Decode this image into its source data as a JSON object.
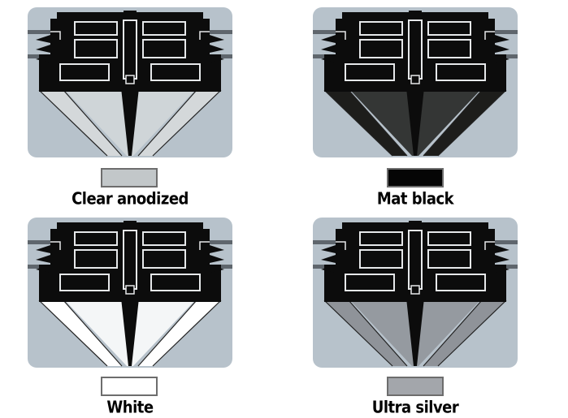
{
  "finishes": [
    {
      "label": "Clear anodized",
      "swatch_color": "#c2c7c9",
      "face_color": "#d4d8da"
    },
    {
      "label": "Mat black",
      "swatch_color": "#050505",
      "face_color": "#1d1d1b"
    },
    {
      "label": "White",
      "swatch_color": "#ffffff",
      "face_color": "#ffffff"
    },
    {
      "label": "Ultra silver",
      "swatch_color": "#a3a6ab",
      "face_color": "#8f9399"
    }
  ],
  "colors": {
    "panel_background": "#b7c2cb",
    "profile": "#0c0c0c",
    "glass_bar": "#5f666d"
  }
}
